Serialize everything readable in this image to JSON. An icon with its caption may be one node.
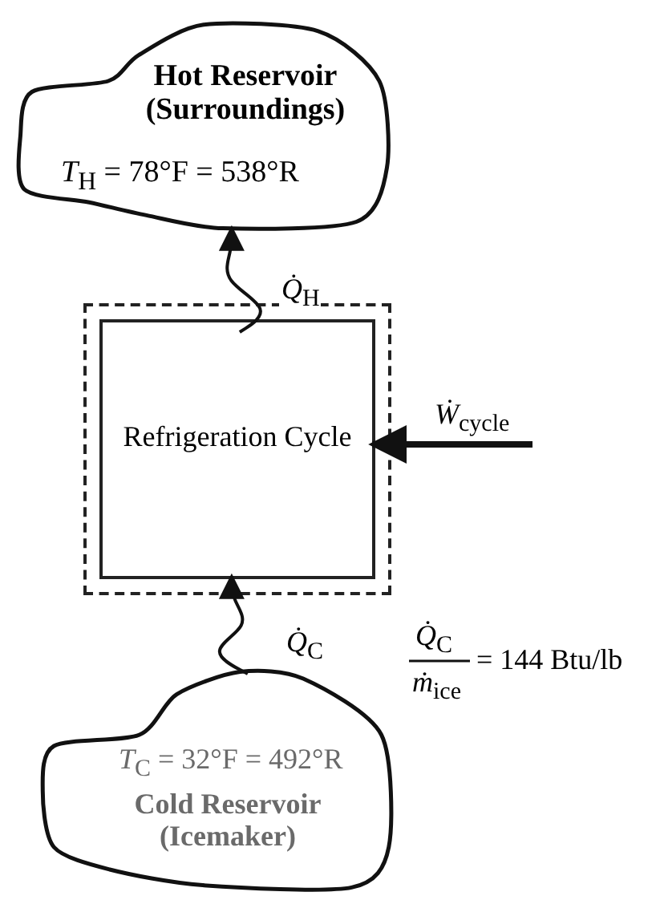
{
  "diagram": {
    "nodes": [
      {
        "text": [
          "Hot Reservoir (Surroundings)",
          "*T*$_{H}$ = 78°F = 538°R"
        ]
      },
      {
        "text": [],
        "shape": "box"
      },
      {
        "text": [
          "Refrigeration Cycle"
        ],
        "in": 1
      },
      {
        "text": [
          "*T*$_{C}$ = 32°F = 492°R",
          "Cold Reservoir (Icemaker)"
        ]
      }
    ],
    "edges": [
      {
        "from": 2,
        "to": 0,
        "arrow": "to",
        "label": "*Q̇*$_{H}$"
      },
      {
        "from": 3,
        "to": 2,
        "arrow": "to",
        "label": "*Q̇*$_{C}$"
      },
      {
        "from": null,
        "to": 2,
        "arrow": "to",
        "label": "*Ẇ*$_{cycle}$",
        "style": "thick"
      }
    ],
    "labels": [
      "*Q̇*$_{C}$",
      "*ṁ*$_{ice}$",
      "= 144 Btu/lb"
    ]
  }
}
